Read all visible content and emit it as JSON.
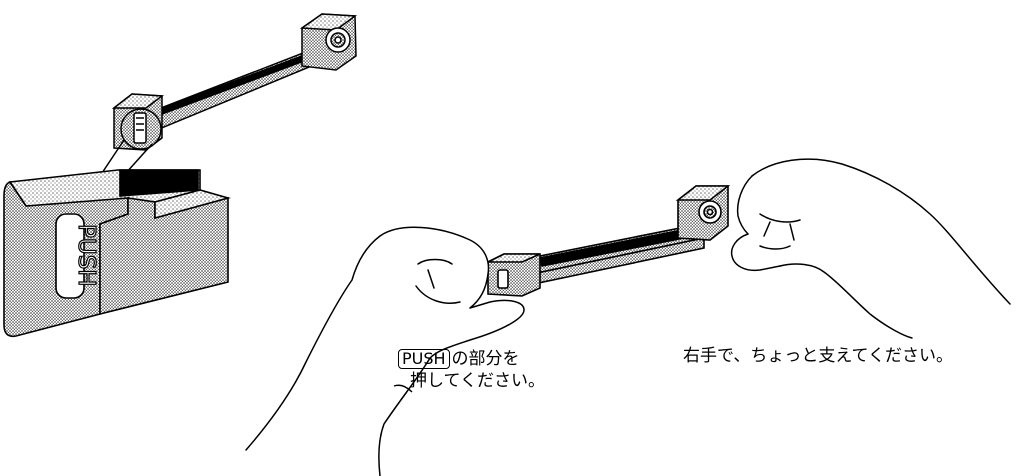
{
  "part_label": "PUSH",
  "caption_left": {
    "push_word": "PUSH",
    "line1_rest": "の部分を",
    "line2": "押してください。"
  },
  "caption_right": "右手で、ちょっと支えてください。",
  "colors": {
    "ink": "#000000",
    "halftone": "#bcbcbc",
    "paper": "#ffffff"
  }
}
